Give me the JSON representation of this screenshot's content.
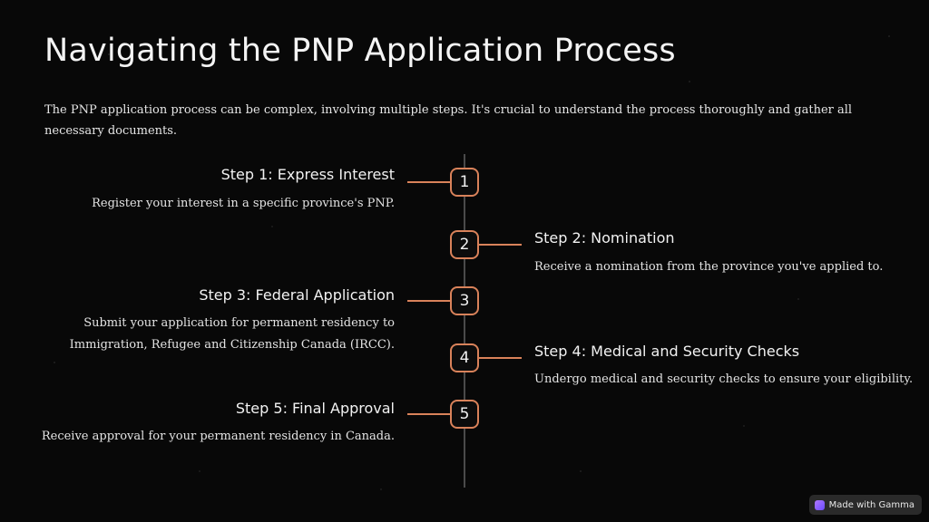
{
  "title": "Navigating the PNP Application Process",
  "intro": "The PNP application process can be complex, involving multiple steps. It's crucial to understand the process thoroughly and gather all necessary documents.",
  "steps": [
    {
      "number": "1",
      "title": "Step 1: Express Interest",
      "description": "Register your interest in a specific province's PNP."
    },
    {
      "number": "2",
      "title": "Step 2: Nomination",
      "description": "Receive a nomination from the province you've applied to."
    },
    {
      "number": "3",
      "title": "Step 3: Federal Application",
      "description": "Submit your application for permanent residency to Immigration, Refugee and Citizenship Canada (IRCC)."
    },
    {
      "number": "4",
      "title": "Step 4: Medical and Security Checks",
      "description": "Undergo medical and security checks to ensure your eligibility."
    },
    {
      "number": "5",
      "title": "Step 5: Final Approval",
      "description": "Receive approval for your permanent residency in Canada."
    }
  ],
  "badge": {
    "label": "Made with Gamma",
    "icon": "gamma-logo-icon"
  },
  "colors": {
    "accent": "#d9825a",
    "background": "#080808",
    "axis": "#4a4a4a"
  }
}
